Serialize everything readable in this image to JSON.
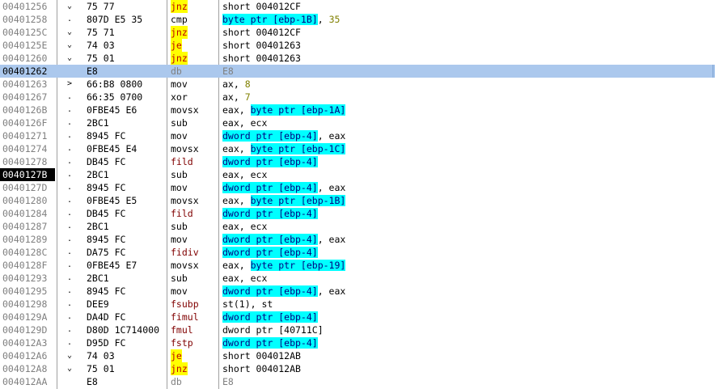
{
  "disassembly": {
    "rows": [
      {
        "addr": "00401256",
        "jump": "⌄",
        "bytes": "75 77",
        "mnem": "jnz",
        "ops": [
          {
            "t": "short 004012CF"
          }
        ],
        "mnem_style": "hl"
      },
      {
        "addr": "00401258",
        "jump": ".",
        "bytes": "807D E5 35",
        "mnem": "cmp",
        "ops": [
          {
            "t": "byte ptr [ebp-1B]",
            "s": "mem"
          },
          {
            "t": ", "
          },
          {
            "t": "35",
            "s": "num"
          }
        ]
      },
      {
        "addr": "0040125C",
        "jump": "⌄",
        "bytes": "75 71",
        "mnem": "jnz",
        "ops": [
          {
            "t": "short 004012CF"
          }
        ],
        "mnem_style": "hl"
      },
      {
        "addr": "0040125E",
        "jump": "⌄",
        "bytes": "74 03",
        "mnem": "je",
        "ops": [
          {
            "t": "short 00401263"
          }
        ],
        "mnem_style": "hl"
      },
      {
        "addr": "00401260",
        "jump": "⌄",
        "bytes": "75 01",
        "mnem": "jnz",
        "ops": [
          {
            "t": "short 00401263"
          }
        ],
        "mnem_style": "hl"
      },
      {
        "addr": "00401262",
        "jump": "",
        "bytes": "E8",
        "mnem": "db",
        "ops": [
          {
            "t": "E8"
          }
        ],
        "mnem_style": "gray",
        "ops_style": "gray",
        "selected": true,
        "addr_style": "bold"
      },
      {
        "addr": "00401263",
        "jump": ">",
        "bytes": "66:B8 0800",
        "mnem": "mov",
        "ops": [
          {
            "t": "ax, "
          },
          {
            "t": "8",
            "s": "num"
          }
        ]
      },
      {
        "addr": "00401267",
        "jump": ".",
        "bytes": "66:35 0700",
        "mnem": "xor",
        "ops": [
          {
            "t": "ax, "
          },
          {
            "t": "7",
            "s": "num"
          }
        ]
      },
      {
        "addr": "0040126B",
        "jump": ".",
        "bytes": "0FBE45 E6",
        "mnem": "movsx",
        "ops": [
          {
            "t": "eax, "
          },
          {
            "t": "byte ptr [ebp-1A]",
            "s": "mem"
          }
        ]
      },
      {
        "addr": "0040126F",
        "jump": ".",
        "bytes": "2BC1",
        "mnem": "sub",
        "ops": [
          {
            "t": "eax, ecx"
          }
        ]
      },
      {
        "addr": "00401271",
        "jump": ".",
        "bytes": "8945 FC",
        "mnem": "mov",
        "ops": [
          {
            "t": "dword ptr [ebp-4]",
            "s": "mem"
          },
          {
            "t": ", eax"
          }
        ]
      },
      {
        "addr": "00401274",
        "jump": ".",
        "bytes": "0FBE45 E4",
        "mnem": "movsx",
        "ops": [
          {
            "t": "eax, "
          },
          {
            "t": "byte ptr [ebp-1C]",
            "s": "mem"
          }
        ]
      },
      {
        "addr": "00401278",
        "jump": ".",
        "bytes": "DB45 FC",
        "mnem": "fild",
        "ops": [
          {
            "t": "dword ptr [ebp-4]",
            "s": "mem"
          }
        ],
        "mnem_style": "fpu"
      },
      {
        "addr": "0040127B",
        "jump": ".",
        "bytes": "2BC1",
        "mnem": "sub",
        "ops": [
          {
            "t": "eax, ecx"
          }
        ],
        "addr_style": "eip"
      },
      {
        "addr": "0040127D",
        "jump": ".",
        "bytes": "8945 FC",
        "mnem": "mov",
        "ops": [
          {
            "t": "dword ptr [ebp-4]",
            "s": "mem"
          },
          {
            "t": ", eax"
          }
        ]
      },
      {
        "addr": "00401280",
        "jump": ".",
        "bytes": "0FBE45 E5",
        "mnem": "movsx",
        "ops": [
          {
            "t": "eax, "
          },
          {
            "t": "byte ptr [ebp-1B]",
            "s": "mem"
          }
        ]
      },
      {
        "addr": "00401284",
        "jump": ".",
        "bytes": "DB45 FC",
        "mnem": "fild",
        "ops": [
          {
            "t": "dword ptr [ebp-4]",
            "s": "mem"
          }
        ],
        "mnem_style": "fpu"
      },
      {
        "addr": "00401287",
        "jump": ".",
        "bytes": "2BC1",
        "mnem": "sub",
        "ops": [
          {
            "t": "eax, ecx"
          }
        ]
      },
      {
        "addr": "00401289",
        "jump": ".",
        "bytes": "8945 FC",
        "mnem": "mov",
        "ops": [
          {
            "t": "dword ptr [ebp-4]",
            "s": "mem"
          },
          {
            "t": ", eax"
          }
        ]
      },
      {
        "addr": "0040128C",
        "jump": ".",
        "bytes": "DA75 FC",
        "mnem": "fidiv",
        "ops": [
          {
            "t": "dword ptr [ebp-4]",
            "s": "mem"
          }
        ],
        "mnem_style": "fpu"
      },
      {
        "addr": "0040128F",
        "jump": ".",
        "bytes": "0FBE45 E7",
        "mnem": "movsx",
        "ops": [
          {
            "t": "eax, "
          },
          {
            "t": "byte ptr [ebp-19]",
            "s": "mem"
          }
        ]
      },
      {
        "addr": "00401293",
        "jump": ".",
        "bytes": "2BC1",
        "mnem": "sub",
        "ops": [
          {
            "t": "eax, ecx"
          }
        ]
      },
      {
        "addr": "00401295",
        "jump": ".",
        "bytes": "8945 FC",
        "mnem": "mov",
        "ops": [
          {
            "t": "dword ptr [ebp-4]",
            "s": "mem"
          },
          {
            "t": ", eax"
          }
        ]
      },
      {
        "addr": "00401298",
        "jump": ".",
        "bytes": "DEE9",
        "mnem": "fsubp",
        "ops": [
          {
            "t": "st(1), st"
          }
        ],
        "mnem_style": "fpu"
      },
      {
        "addr": "0040129A",
        "jump": ".",
        "bytes": "DA4D FC",
        "mnem": "fimul",
        "ops": [
          {
            "t": "dword ptr [ebp-4]",
            "s": "mem"
          }
        ],
        "mnem_style": "fpu"
      },
      {
        "addr": "0040129D",
        "jump": ".",
        "bytes": "D80D 1C714000",
        "mnem": "fmul",
        "ops": [
          {
            "t": "dword ptr [40711C]"
          }
        ],
        "mnem_style": "fpu"
      },
      {
        "addr": "004012A3",
        "jump": ".",
        "bytes": "D95D FC",
        "mnem": "fstp",
        "ops": [
          {
            "t": "dword ptr [ebp-4]",
            "s": "mem"
          }
        ],
        "mnem_style": "fpu"
      },
      {
        "addr": "004012A6",
        "jump": "⌄",
        "bytes": "74 03",
        "mnem": "je",
        "ops": [
          {
            "t": "short 004012AB"
          }
        ],
        "mnem_style": "hl"
      },
      {
        "addr": "004012A8",
        "jump": "⌄",
        "bytes": "75 01",
        "mnem": "jnz",
        "ops": [
          {
            "t": "short 004012AB"
          }
        ],
        "mnem_style": "hl"
      },
      {
        "addr": "004012AA",
        "jump": "",
        "bytes": "E8",
        "mnem": "db",
        "ops": [
          {
            "t": "E8"
          }
        ],
        "mnem_style": "gray",
        "ops_style": "gray"
      }
    ]
  },
  "colors": {
    "selection": "#abc8ed",
    "jump_highlight": "#ffff00",
    "memory_highlight": "#00ffff",
    "eip_background": "#000000"
  }
}
